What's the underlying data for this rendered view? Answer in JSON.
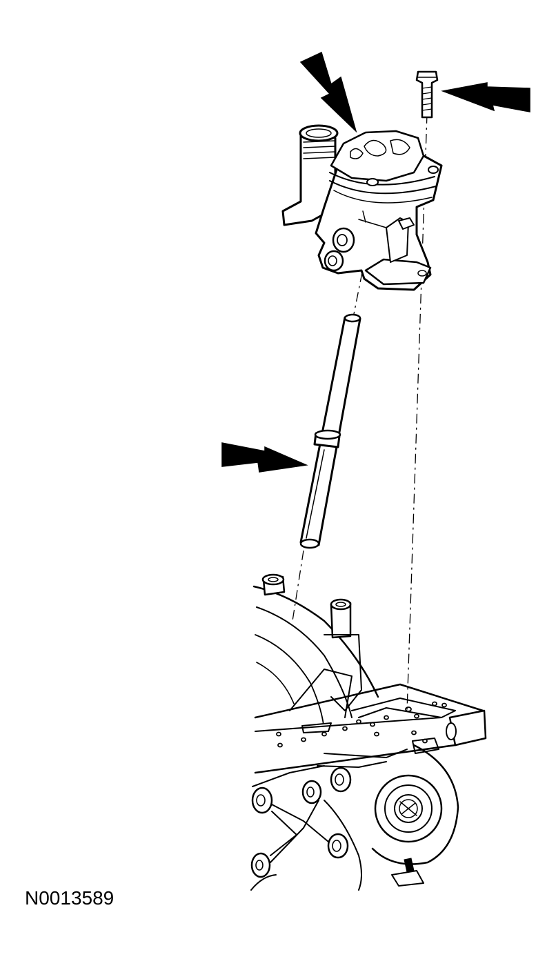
{
  "figure": {
    "id_label": "N0013589"
  },
  "callouts": [
    {
      "name": "callout-arrow-vacuum-pump",
      "points_to": "vacuum-pump"
    },
    {
      "name": "callout-arrow-bolt",
      "points_to": "mounting-bolt"
    },
    {
      "name": "callout-arrow-drive-shaft",
      "points_to": "drive-shaft"
    }
  ],
  "colors": {
    "ink": "#000000",
    "background": "#ffffff"
  }
}
